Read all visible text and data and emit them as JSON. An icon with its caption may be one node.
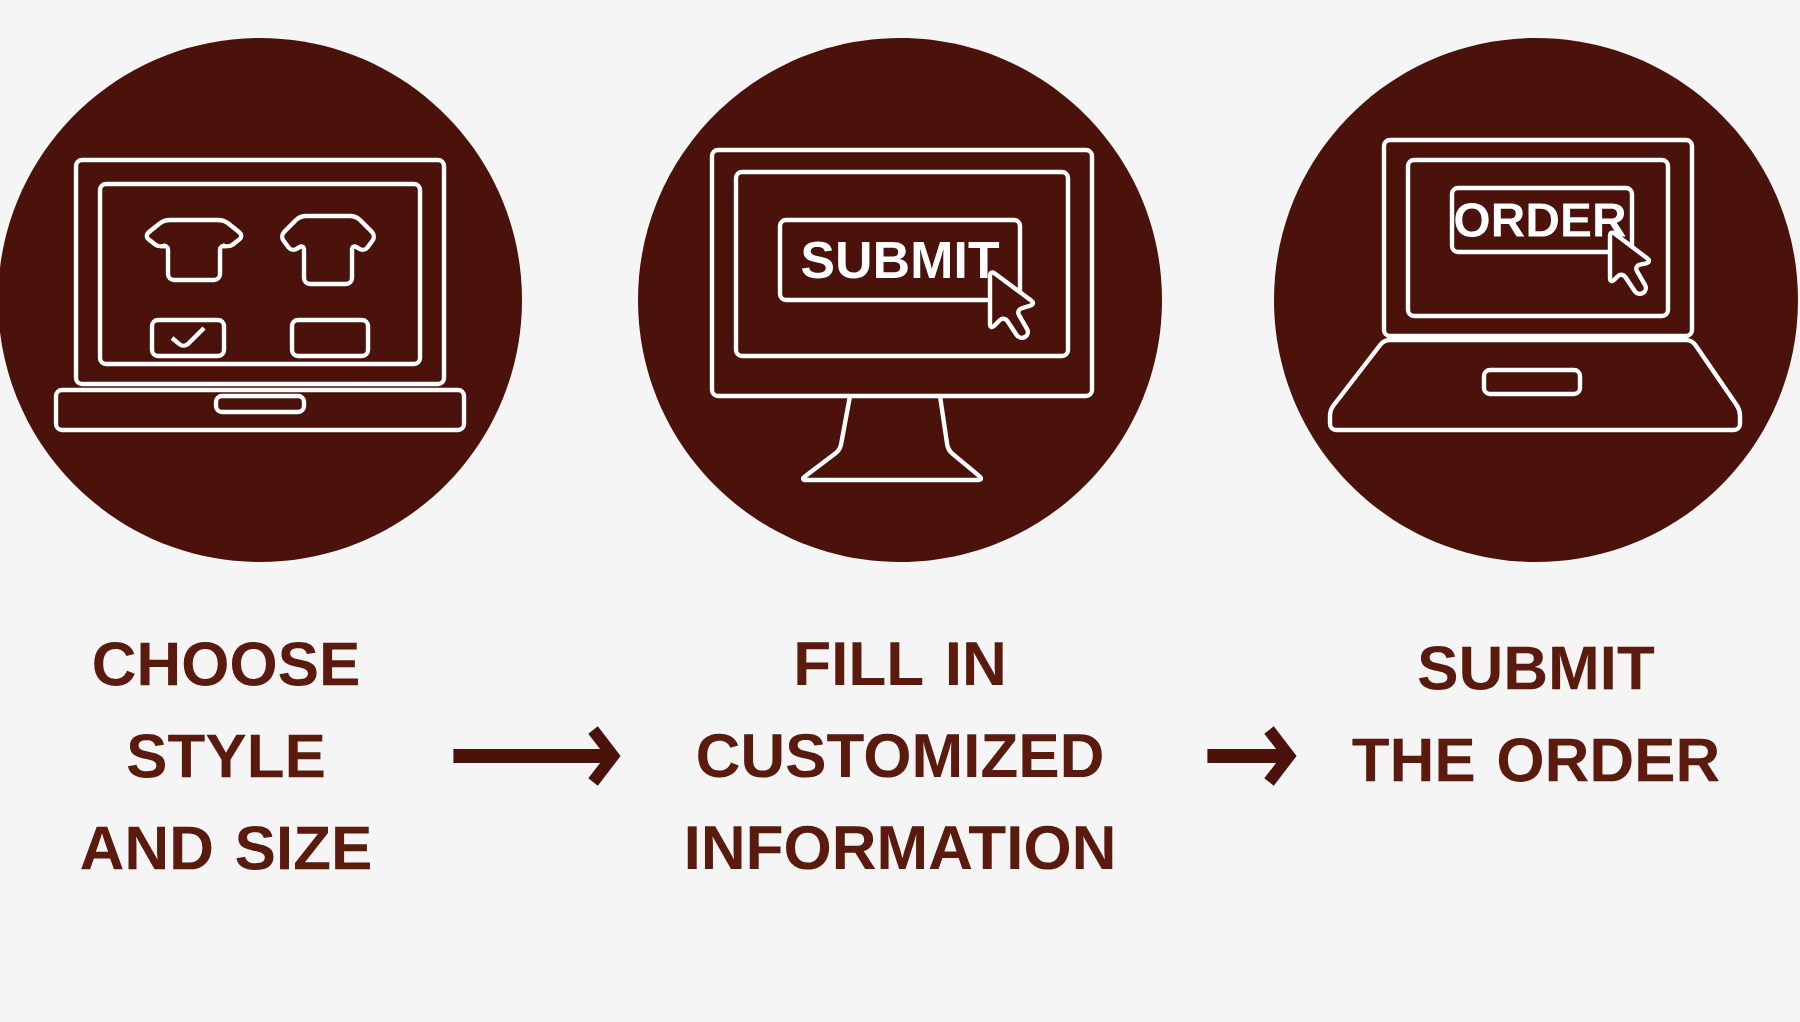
{
  "diagram": {
    "nodes": [
      {
        "text": [
          "CHOOSE STYLE AND SIZE"
        ]
      },
      {
        "text": [
          "FILL IN CUSTOMIZED INFORMATION"
        ]
      },
      {
        "text": [
          "SUBMIT THE ORDER"
        ]
      }
    ],
    "edges": [
      {
        "from": 0,
        "to": 1,
        "arrow": "to"
      },
      {
        "from": 1,
        "to": 2,
        "arrow": "to"
      }
    ],
    "labels": [
      "SUBMIT",
      "ORDER"
    ]
  }
}
